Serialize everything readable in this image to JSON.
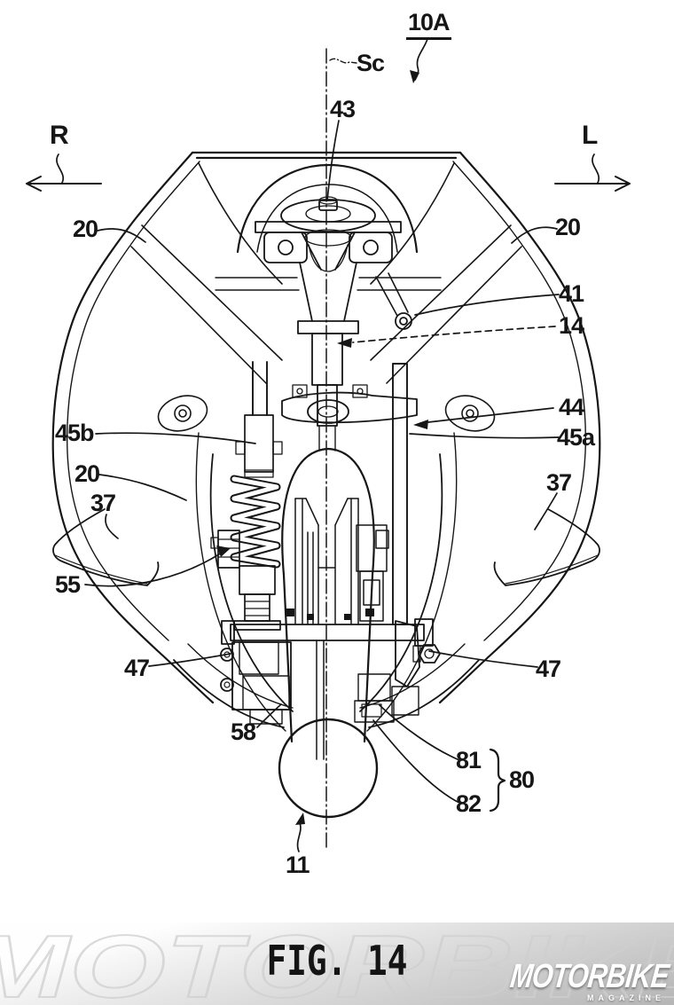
{
  "figure": {
    "caption": "FIG. 14",
    "reference_labels": [
      {
        "id": "10A",
        "text": "10A"
      },
      {
        "id": "Sc",
        "text": "Sc"
      },
      {
        "id": "43",
        "text": "43"
      },
      {
        "id": "R",
        "text": "R"
      },
      {
        "id": "L",
        "text": "L"
      },
      {
        "id": "20-left-top",
        "text": "20"
      },
      {
        "id": "20-right-top",
        "text": "20"
      },
      {
        "id": "41",
        "text": "41"
      },
      {
        "id": "14",
        "text": "14"
      },
      {
        "id": "44",
        "text": "44"
      },
      {
        "id": "45a",
        "text": "45a"
      },
      {
        "id": "45b",
        "text": "45b"
      },
      {
        "id": "20-left-mid",
        "text": "20"
      },
      {
        "id": "37-left",
        "text": "37"
      },
      {
        "id": "37-right",
        "text": "37"
      },
      {
        "id": "55",
        "text": "55"
      },
      {
        "id": "47-left",
        "text": "47"
      },
      {
        "id": "47-right",
        "text": "47"
      },
      {
        "id": "58",
        "text": "58"
      },
      {
        "id": "81",
        "text": "81"
      },
      {
        "id": "82",
        "text": "82"
      },
      {
        "id": "80",
        "text": "80"
      },
      {
        "id": "11",
        "text": "11"
      }
    ]
  },
  "watermark": {
    "brand": "MOTORBIKE",
    "subtitle": "MAGAZINE",
    "ghost_text": "MOTORBIKE"
  },
  "colors": {
    "line": "#161616",
    "background": "#ffffff",
    "band_gray": "#b5b5b5",
    "ghost_gray": "#cfcfcf"
  }
}
